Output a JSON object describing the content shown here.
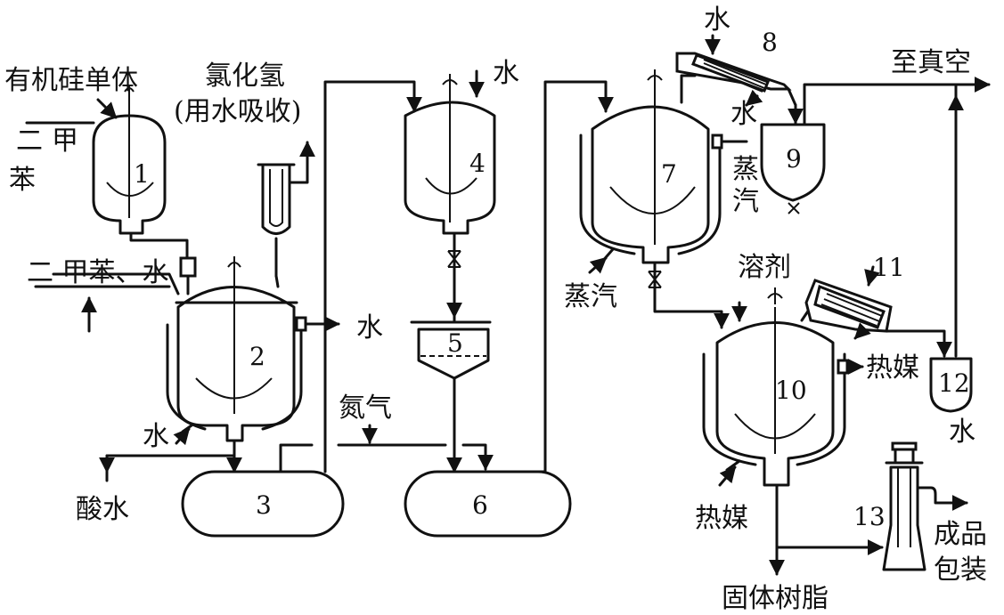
{
  "labels": {
    "organosilicon_monomer": "有机硅单体",
    "xylene_top_a": "二",
    "xylene_top_b": "甲",
    "xylene_top_c": "苯",
    "hcl": "氯化氢",
    "hcl_note": "(用水吸收)",
    "water_4": "水",
    "water_8": "水",
    "to_vacuum": "至真空",
    "water_9": "水",
    "steam_7_a": "蒸",
    "steam_7_b": "汽",
    "xylene_water": "二 甲苯、水",
    "water_2_out": "水",
    "steam_7_bottom": "蒸汽",
    "solvent": "溶剂",
    "heat_medium_10_out": "热媒",
    "water_12": "水",
    "nitrogen": "氮气",
    "water_2_in": "水",
    "acid_water": "酸水",
    "heat_medium_10_in": "热媒",
    "product_a": "成品",
    "product_b": "包装",
    "solid_resin": "固体树脂"
  },
  "equipment_numbers": [
    "1",
    "2",
    "3",
    "4",
    "5",
    "6",
    "7",
    "8",
    "9",
    "10",
    "11",
    "12",
    "13"
  ]
}
